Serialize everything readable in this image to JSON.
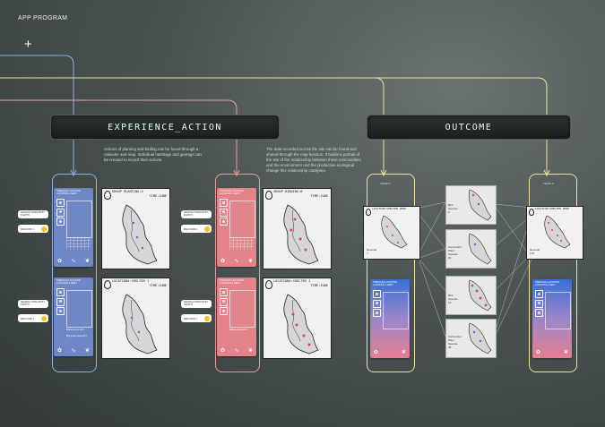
{
  "app_title": "APP PROGRAM",
  "plus_symbol": "+",
  "banners": {
    "experience": "EXPERIENCE_ACTION",
    "outcome": "OUTCOME"
  },
  "descriptions": {
    "left": "Actions of planting and birding can be found through a calender and map. Individual hashtags and geotags can be created to record their actions.",
    "right": "The data recorded across the site can be found and shared through the map function. It builds a portrait of the site of the relationship between these communities and the environment and the productive ecological change this relationship catalyses."
  },
  "colors": {
    "blue_line": "#8fb0e0",
    "pink_line": "#e69ba0",
    "yellow_line": "#e8e39c",
    "blue_phone": "#6f87c6",
    "pink_phone": "#e1858a"
  },
  "side_buttons": {
    "search": "SEARCH SPECIE BY PHOTO",
    "record": "RECORD 1"
  },
  "phones": {
    "blue_top": {
      "header": "TIME/THIS LOCATION: LOCATION 2 NEXT"
    },
    "blue_bottom": {
      "header": "TIME/THIS LOCATION: LOCATION 2 NEXT",
      "line1": "Birding Action ACT",
      "line2": "Bird group name ACT"
    },
    "pink_top": {
      "header": "TIME/THIS LOCATION: LOCATION 2 NEXT"
    },
    "pink_bottom": {
      "header": "TIME/THIS LOCATION: LOCATION 2 NEXT",
      "line1": "Birding Action ACT"
    },
    "outcome_left": {
      "header": "TIME/THIS LOCATION: LOCATION 2 NEXT"
    },
    "outcome_right": {
      "header": "TIME/THIS LOCATION: LOCATION 2 NEXT"
    }
  },
  "cards": {
    "group_planting": {
      "title": "GROUP PLANTING:4",
      "time": "TIME:JUNE"
    },
    "location_shelter_blue": {
      "title": "LOCATION4:SHELTER 1",
      "time": "TIME:JUNE"
    },
    "group_birding": {
      "title": "GROUP BIRDING:8",
      "time": "TIME:JUNE"
    },
    "location_shelter_pink": {
      "title": "LOCATION4:SHELTER 1",
      "time": "TIME:JUNE"
    },
    "outcome_left_card": {
      "title": "LOCATION:SHELTER 2MAP",
      "caption_line1": "Records",
      "caption_line2": "7"
    },
    "outcome_right_card": {
      "title": "LOCATION:SHELTER 2MAP",
      "caption_line1": "Records",
      "caption_line2": "175"
    }
  },
  "year_labels": {
    "left": "YEAR 1",
    "right": "YEAR 3"
  },
  "small_maps": [
    {
      "line1": "Bird",
      "line2": "Species",
      "line3": "9"
    },
    {
      "line1": "Successful",
      "line2": "Plant",
      "line3": "Species",
      "line4": "36"
    },
    {
      "line1": "Bird",
      "line2": "Species",
      "line3": "13"
    },
    {
      "line1": "Successful",
      "line2": "Plant",
      "line3": "Species",
      "line4": "48"
    }
  ]
}
